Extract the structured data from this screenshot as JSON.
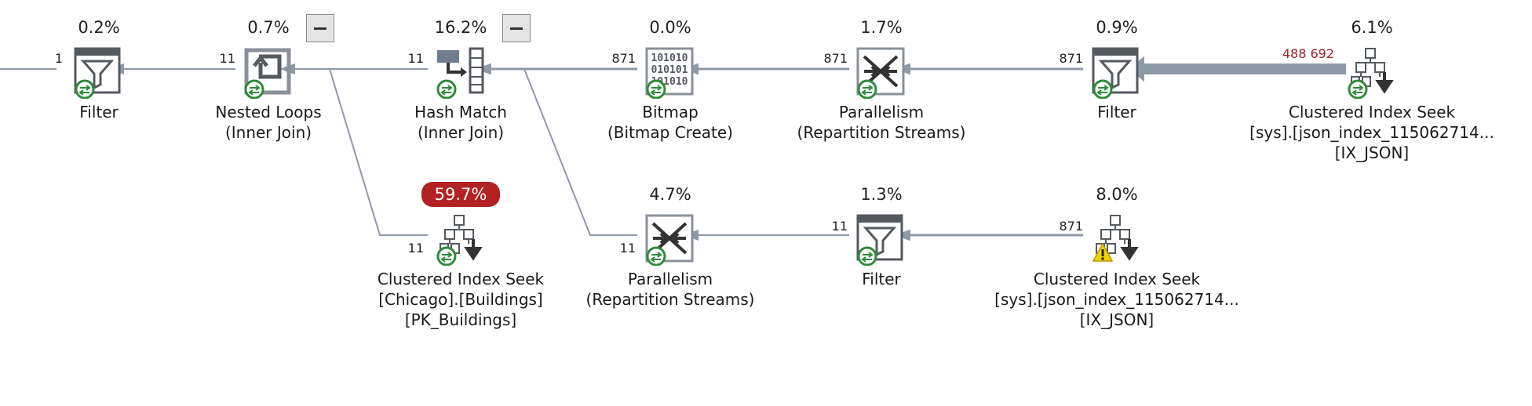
{
  "nodes": [
    {
      "id": "filter-1",
      "pct": "0.2%",
      "name": "Filter",
      "sub": "",
      "icon": "filter-icon"
    },
    {
      "id": "nested-loops",
      "pct": "0.7%",
      "name": "Nested Loops",
      "sub": "(Inner Join)",
      "icon": "nested-loops-icon"
    },
    {
      "id": "hash-match",
      "pct": "16.2%",
      "name": "Hash Match",
      "sub": "(Inner Join)",
      "icon": "hash-match-icon"
    },
    {
      "id": "bitmap",
      "pct": "0.0%",
      "name": "Bitmap",
      "sub": "(Bitmap Create)",
      "icon": "bitmap-icon"
    },
    {
      "id": "parallelism-1",
      "pct": "1.7%",
      "name": "Parallelism",
      "sub": "(Repartition Streams)",
      "icon": "parallelism-icon"
    },
    {
      "id": "filter-2",
      "pct": "0.9%",
      "name": "Filter",
      "sub": "",
      "icon": "filter-icon"
    },
    {
      "id": "ci-seek-1",
      "pct": "6.1%",
      "name": "Clustered Index Seek",
      "obj1": "[sys].[json_index_115062714...",
      "obj2": "[IX_JSON]",
      "icon": "clustered-index-seek-icon"
    },
    {
      "id": "ci-seek-2",
      "pct": "59.7%",
      "name": "Clustered Index Seek",
      "obj1": "[Chicago].[Buildings]",
      "obj2": "[PK_Buildings]",
      "icon": "clustered-index-seek-icon",
      "hot": true
    },
    {
      "id": "parallelism-2",
      "pct": "4.7%",
      "name": "Parallelism",
      "sub": "(Repartition Streams)",
      "icon": "parallelism-icon"
    },
    {
      "id": "filter-3",
      "pct": "1.3%",
      "name": "Filter",
      "sub": "",
      "icon": "filter-icon"
    },
    {
      "id": "ci-seek-3",
      "pct": "8.0%",
      "name": "Clustered Index Seek",
      "obj1": "[sys].[json_index_115062714...",
      "obj2": "[IX_JSON]",
      "icon": "clustered-index-seek-icon",
      "warning": true
    }
  ],
  "edges": [
    {
      "rows": "1"
    },
    {
      "rows": "11"
    },
    {
      "rows": "11"
    },
    {
      "rows": "871"
    },
    {
      "rows": "871"
    },
    {
      "rows": "871"
    },
    {
      "rows": "488 692",
      "hot": true
    },
    {
      "rows": "11"
    },
    {
      "rows": "11"
    },
    {
      "rows": "11"
    },
    {
      "rows": "871"
    }
  ],
  "colors": {
    "arrow": "#8e99a8",
    "hot": "#b22222",
    "icon_dark": "#555a60",
    "icon_blue": "#6f7d8e",
    "parallel_badge": "#2e8b3a",
    "warning": "#f2d200"
  }
}
